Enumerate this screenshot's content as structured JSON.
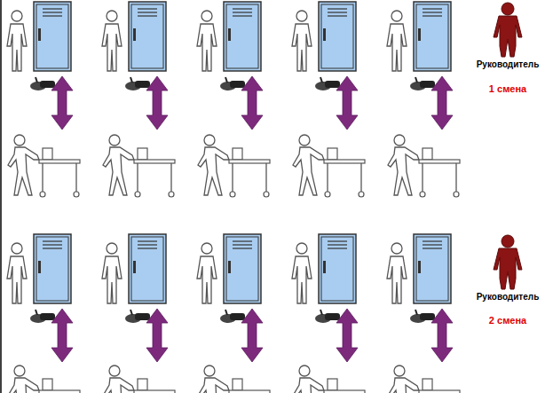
{
  "diagram": {
    "labels": [
      "Руководитель",
      "1 смена",
      "Руководитель",
      "2 смена"
    ]
  }
}
